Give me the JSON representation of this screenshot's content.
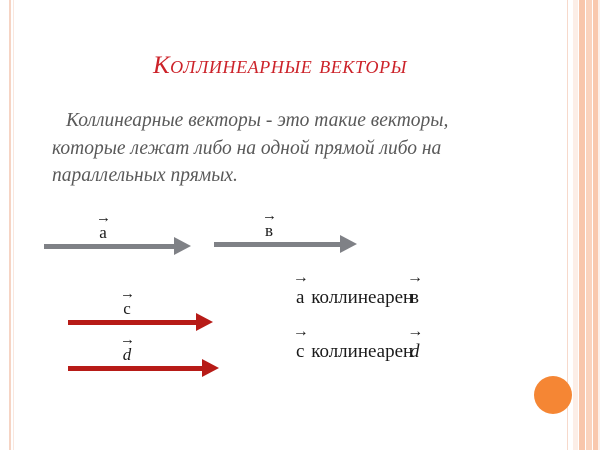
{
  "slide": {
    "title": "Коллинеарные векторы",
    "definition": "Коллинеарные векторы - это такие векторы, которые лежат либо на одной прямой либо на параллельных прямых."
  },
  "vectors": [
    {
      "name": "a",
      "symbol": "a",
      "overline": "→",
      "color": "#7f8186",
      "style": "upright"
    },
    {
      "name": "v",
      "symbol": "в",
      "overline": "→",
      "color": "#7f8186",
      "style": "upright"
    },
    {
      "name": "c",
      "symbol": "c",
      "overline": "→",
      "color": "#b71b17",
      "style": "upright"
    },
    {
      "name": "d",
      "symbol": "d",
      "overline": "→",
      "color": "#b71b17",
      "style": "italic"
    }
  ],
  "statements": [
    {
      "left_symbol": "a",
      "left_overline": "→",
      "relation": "коллинеарен",
      "right_symbol": "в",
      "right_overline": "→"
    },
    {
      "left_symbol": "c",
      "left_overline": "→",
      "relation": "коллинеарен",
      "right_symbol": "d",
      "right_overline": "→"
    }
  ],
  "decor": {
    "accent_circle_color": "#f58634",
    "border_color": "#f8c6ab",
    "title_color": "#cc2229",
    "body_text_color": "#595959"
  }
}
